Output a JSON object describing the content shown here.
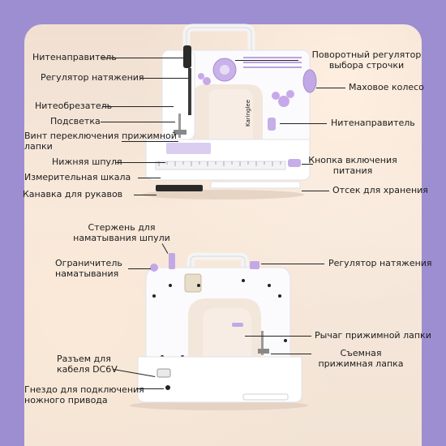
{
  "top": {
    "brand": "Karinglee",
    "labels": {
      "thread_guide_top": "Нитенаправитель",
      "tension_regulator": "Регулятор натяжения",
      "thread_cutter": "Нитеобрезатель",
      "light": "Подсветка",
      "presser_foot_screw": "Винт переключения прижимной лапки",
      "lower_bobbin": "Нижняя шпуля",
      "measuring_scale": "Измерительная шкала",
      "sleeve_groove": "Канавка для рукавов",
      "stitch_selector": "Поворотный регулятор выбора строчки",
      "handwheel": "Маховое колесо",
      "thread_guide_right": "Нитенаправитель",
      "power_button": "Кнопка включения питания",
      "storage": "Отсек для хранения"
    }
  },
  "bottom": {
    "labels": {
      "bobbin_winder_spindle": "Стержень для наматывания шпули",
      "winding_limiter": "Ограничитель наматывания",
      "dc_cable_jack": "Разъем для кабеля DC6V",
      "foot_pedal_jack": "Гнездо для подключения ножного привода",
      "tension_regulator": "Регулятор натяжения",
      "presser_foot_lever": "Рычаг прижимной лапки",
      "removable_presser_foot": "Съемная прижимная лапка"
    }
  },
  "colors": {
    "background": "#9d8ed1",
    "accent": "#c3a8e6",
    "machine_body": "#ffffff"
  }
}
